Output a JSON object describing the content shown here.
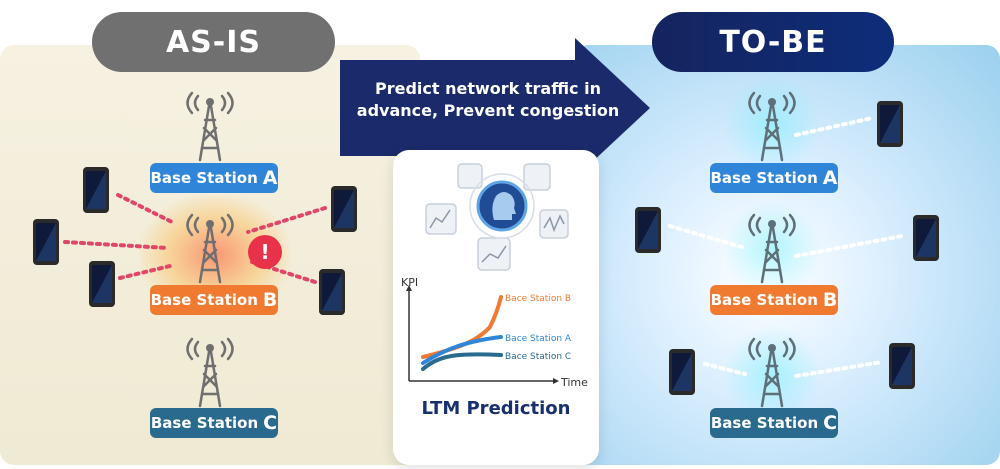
{
  "as_is": {
    "title": "AS-IS",
    "stations": [
      {
        "name": "Base Station",
        "letter": "A"
      },
      {
        "name": "Base Station",
        "letter": "B"
      },
      {
        "name": "Base Station",
        "letter": "C"
      }
    ],
    "alert_symbol": "!"
  },
  "to_be": {
    "title": "TO-BE",
    "stations": [
      {
        "name": "Base Station",
        "letter": "A"
      },
      {
        "name": "Base Station",
        "letter": "B"
      },
      {
        "name": "Base Station",
        "letter": "C"
      }
    ]
  },
  "arrow": {
    "line1": "Predict network traffic in",
    "line2": "advance, Prevent congestion"
  },
  "ltm": {
    "title": "LTM Prediction",
    "chart_data": {
      "type": "line",
      "xlabel": "Time",
      "ylabel": "KPI",
      "series": [
        {
          "name": "Bace Station B",
          "color": "#f07a2f"
        },
        {
          "name": "Bace Station A",
          "color": "#2f86d8"
        },
        {
          "name": "Bace Station C",
          "color": "#2a6a8e"
        }
      ]
    }
  },
  "colors": {
    "as_is_pill": "#707070",
    "to_be_pill": "#15245e",
    "arrow": "#1b2a6b",
    "station_a": "#2f86d8",
    "station_b": "#f07a2f",
    "station_c": "#2a6a8e",
    "alert": "#e8324a"
  }
}
